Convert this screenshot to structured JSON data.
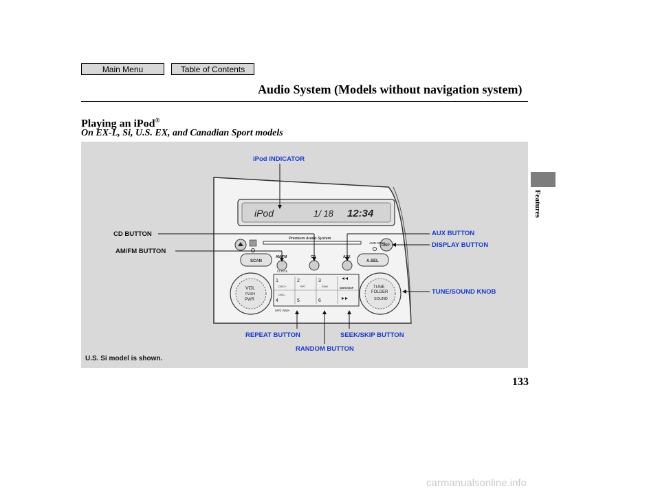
{
  "nav": {
    "main_menu": "Main Menu",
    "table_of_contents": "Table of Contents"
  },
  "header": {
    "title": "Audio System (Models without navigation system)"
  },
  "section": {
    "title": "Playing an iPod",
    "mark": "®",
    "subtitle": "On EX-L, Si, U.S. EX, and Canadian Sport models"
  },
  "sidebar": {
    "label": "Features"
  },
  "callouts": {
    "ipod_indicator": "iPod INDICATOR",
    "cd_button": "CD BUTTON",
    "am_fm_button": "AM/FM BUTTON",
    "aux_button": "AUX BUTTON",
    "display_button": "DISPLAY BUTTON",
    "tune_sound_knob": "TUNE/SOUND KNOB",
    "repeat_button": "REPEAT BUTTON",
    "seek_skip_button": "SEEK/SKIP BUTTON",
    "random_button": "RANDOM BUTTON"
  },
  "radio": {
    "display_left": "iPod",
    "display_track": "1/ 18",
    "display_clock": "12:34",
    "brand": "Premium Audio System",
    "scan": "SCAN",
    "am_fm": "AM/FM",
    "clock": "CLOCK",
    "cd": "CD",
    "aux": "AUX",
    "a_sel": "A.SEL",
    "disp": "DISP",
    "amb_sens": "AMB SENS",
    "vol": "VOL",
    "push": "PUSH",
    "pwr": "PWR",
    "tune": "TUNE",
    "folder": "FOLDER",
    "sound": "SOUND",
    "disc_up": "DISC+",
    "disc_down": "DISC-",
    "rpt": "RPT",
    "rdm": "RDM",
    "seek_skip": "SEEK/SKIP",
    "mp3_wma": "MP3 WMA",
    "presets": [
      "1",
      "2",
      "3",
      "4",
      "5",
      "6"
    ]
  },
  "note": "U.S. Si model is shown.",
  "page_number": "133",
  "watermark": "carmanualsonline.info"
}
